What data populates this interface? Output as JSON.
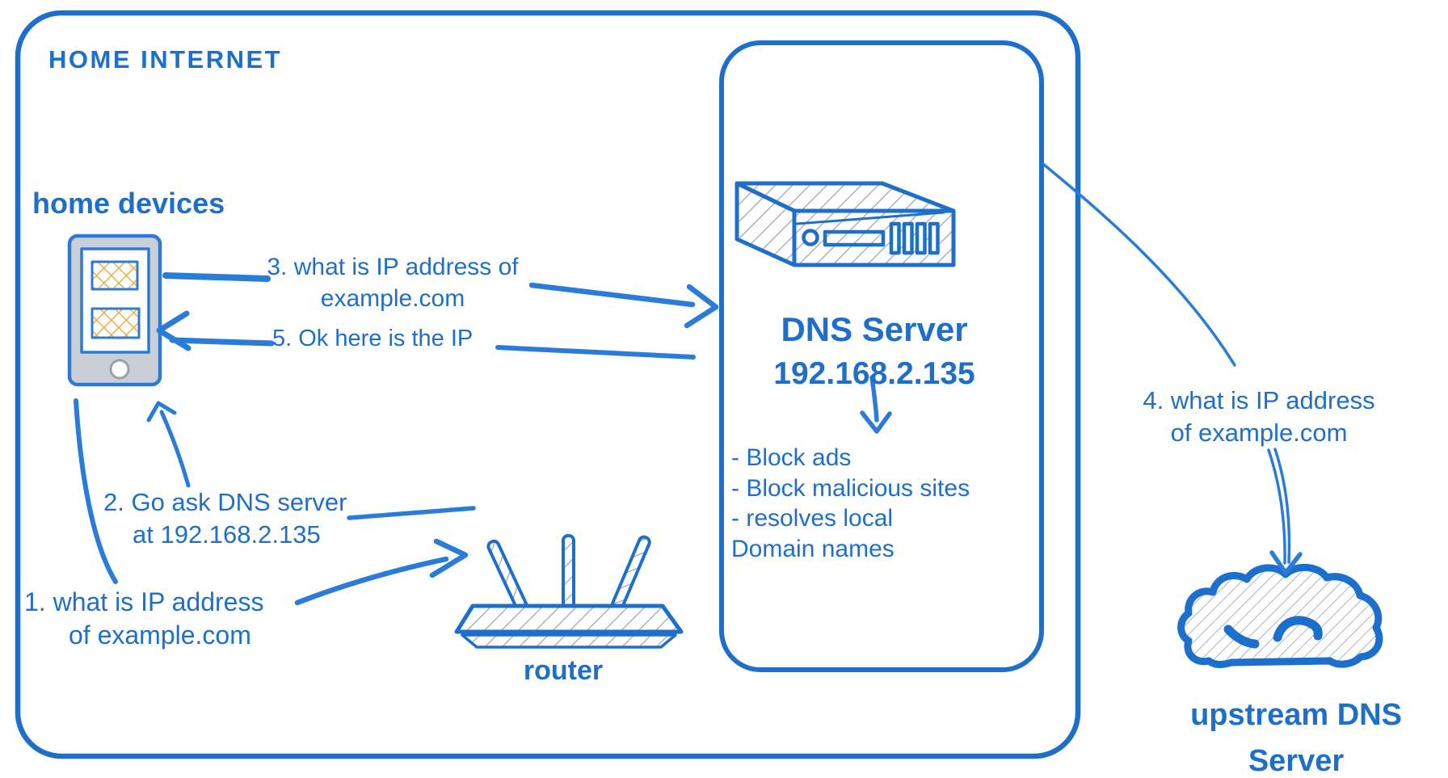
{
  "colors": {
    "ink_blue": "#1e6fca",
    "arrow_blue": "#2b7cd9",
    "hatch_gray": "#98a2ae",
    "screen_orange": "#f0a42c",
    "device_gray": "#c9cfd6"
  },
  "header": {
    "title": "HOME INTERNET"
  },
  "home_devices": {
    "label": "home devices"
  },
  "dns": {
    "name": "DNS Server",
    "ip": "192.168.2.135",
    "features": [
      "- Block ads",
      "- Block malicious sites",
      "- resolves local",
      "Domain names"
    ]
  },
  "router": {
    "label": "router"
  },
  "upstream": {
    "line1": "upstream DNS",
    "line2": "Server"
  },
  "messages": {
    "m1": {
      "line1": "1. what is IP address",
      "line2": "of example.com"
    },
    "m2": {
      "line1": "2. Go ask DNS server",
      "line2": "at 192.168.2.135"
    },
    "m3": {
      "line1": "3. what is IP address of",
      "line2": "example.com"
    },
    "m4": {
      "line1": "4. what is IP address",
      "line2": "of example.com"
    },
    "m5": {
      "label": "5. Ok here is the IP"
    }
  }
}
